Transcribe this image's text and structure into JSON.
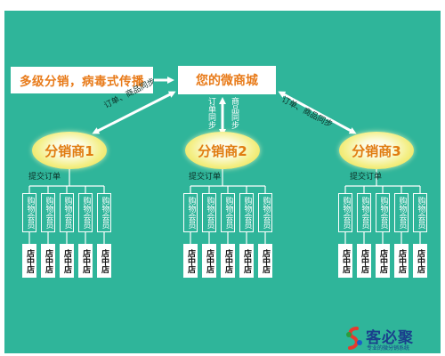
{
  "slogan": "多级分销，病毒式传播",
  "mall": "您的微商城",
  "sync_left": "订单、商品同步",
  "sync_right": "订单、商品同步",
  "sync_center_order": "订单同步",
  "sync_center_goods": "商品同步",
  "distributors": [
    {
      "label": "分销商1",
      "order_label": "提交订单"
    },
    {
      "label": "分销商2",
      "order_label": "提交订单"
    },
    {
      "label": "分销商3",
      "order_label": "提交订单"
    }
  ],
  "member_label": "购物会员",
  "store_label": "店中店",
  "logo": {
    "name": "客必聚",
    "tagline": "专业的微分销系统"
  },
  "colors": {
    "background": "#2fb59a",
    "accent": "#e87b1a",
    "box": "#ffffff"
  }
}
